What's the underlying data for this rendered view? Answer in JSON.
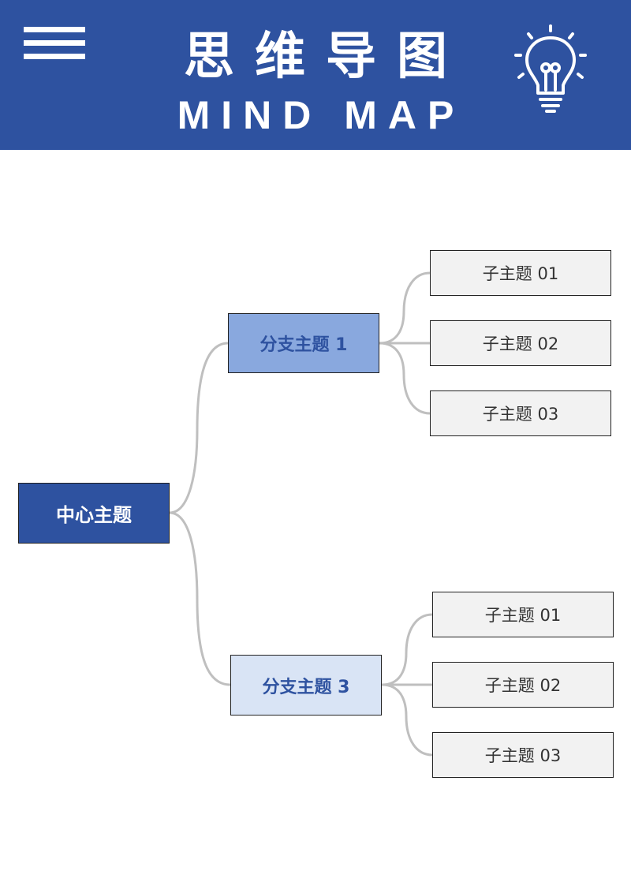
{
  "header": {
    "title_cn": "思维导图",
    "title_en": "MIND MAP",
    "background": "#2E52A0",
    "left_icon": "menu-icon",
    "right_icon": "lightbulb-icon"
  },
  "mindmap": {
    "center": "中心主题",
    "branches": [
      {
        "label": "分支主题 1",
        "children": [
          "子主题 01",
          "子主题 02",
          "子主题 03"
        ]
      },
      {
        "label": "分支主题 3",
        "children": [
          "子主题 01",
          "子主题 02",
          "子主题 03"
        ]
      }
    ]
  },
  "colors": {
    "center_fill": "#2E52A0",
    "branch1_fill": "#89A8DE",
    "branch3_fill": "#D9E4F5",
    "leaf_fill": "#F2F2F2",
    "connector": "#BFBFBF"
  }
}
